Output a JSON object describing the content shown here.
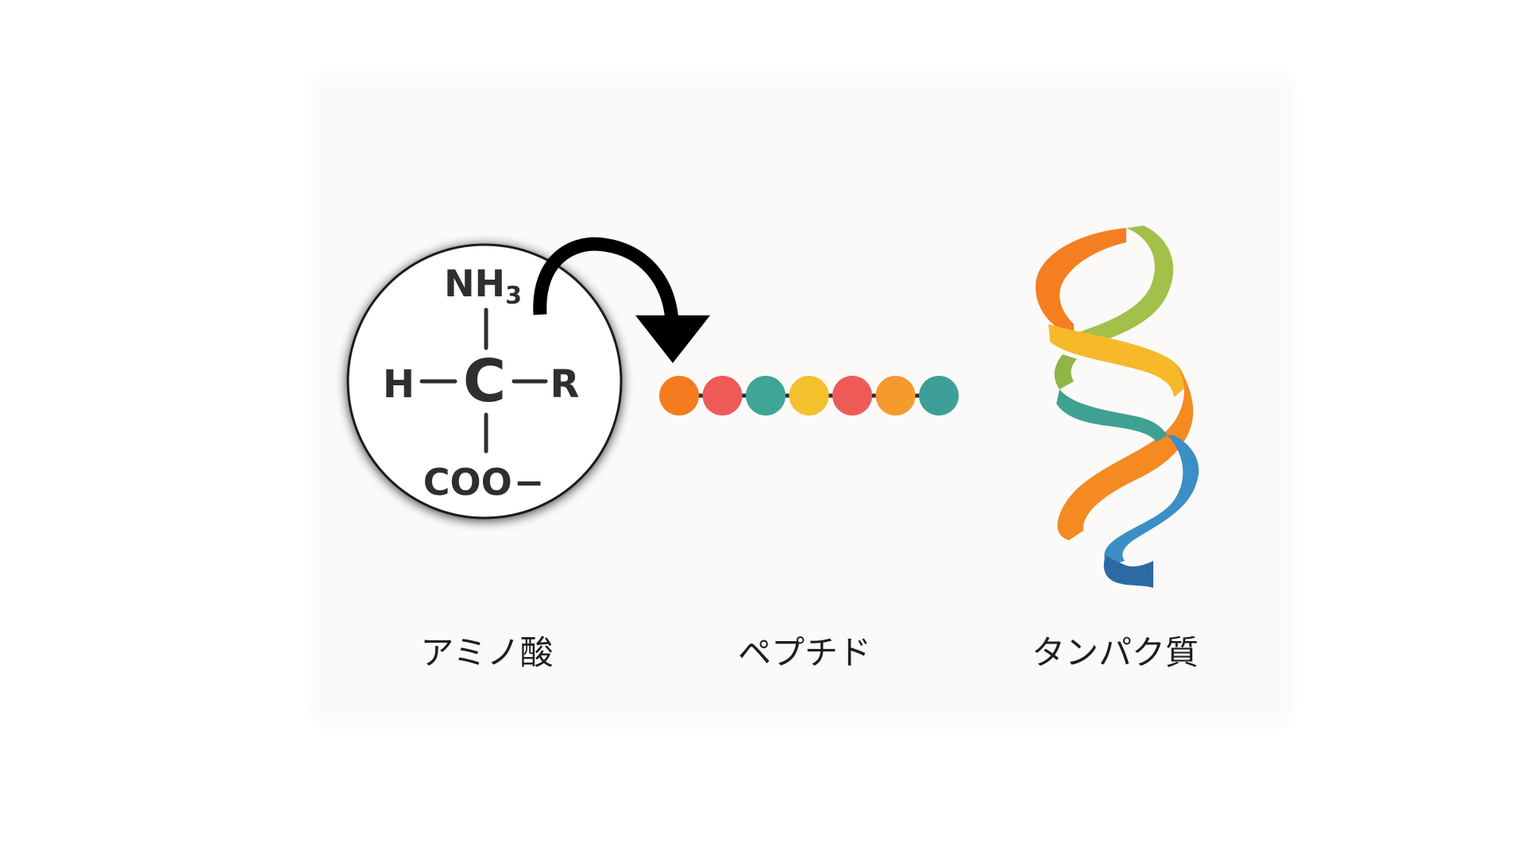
{
  "colors": {
    "panel": "#fbfaf8",
    "ink": "#2f2f2f",
    "arrow": "#000000",
    "bond": "#2b2b2b"
  },
  "amino_acid": {
    "top_group": "NH",
    "top_subscript": "3",
    "center_atom": "C",
    "left_group": "H",
    "right_group": "R",
    "bottom_group": "COO",
    "bottom_charge": "−"
  },
  "peptide": {
    "bead_colors": [
      "#f47b20",
      "#ee5b57",
      "#3ea597",
      "#f5c02e",
      "#ee5b57",
      "#f59a2e",
      "#3e9f98"
    ]
  },
  "protein": {
    "ribbon_icon": "protein-helix-ribbon-icon",
    "ribbon_colors": [
      "#f57f20",
      "#a3c04a",
      "#f6b92a",
      "#3fa192",
      "#f58a22",
      "#3b8fc4",
      "#2c6aa4"
    ]
  },
  "labels": {
    "amino_acid": "アミノ酸",
    "peptide": "ペプチド",
    "protein": "タンパク質"
  }
}
